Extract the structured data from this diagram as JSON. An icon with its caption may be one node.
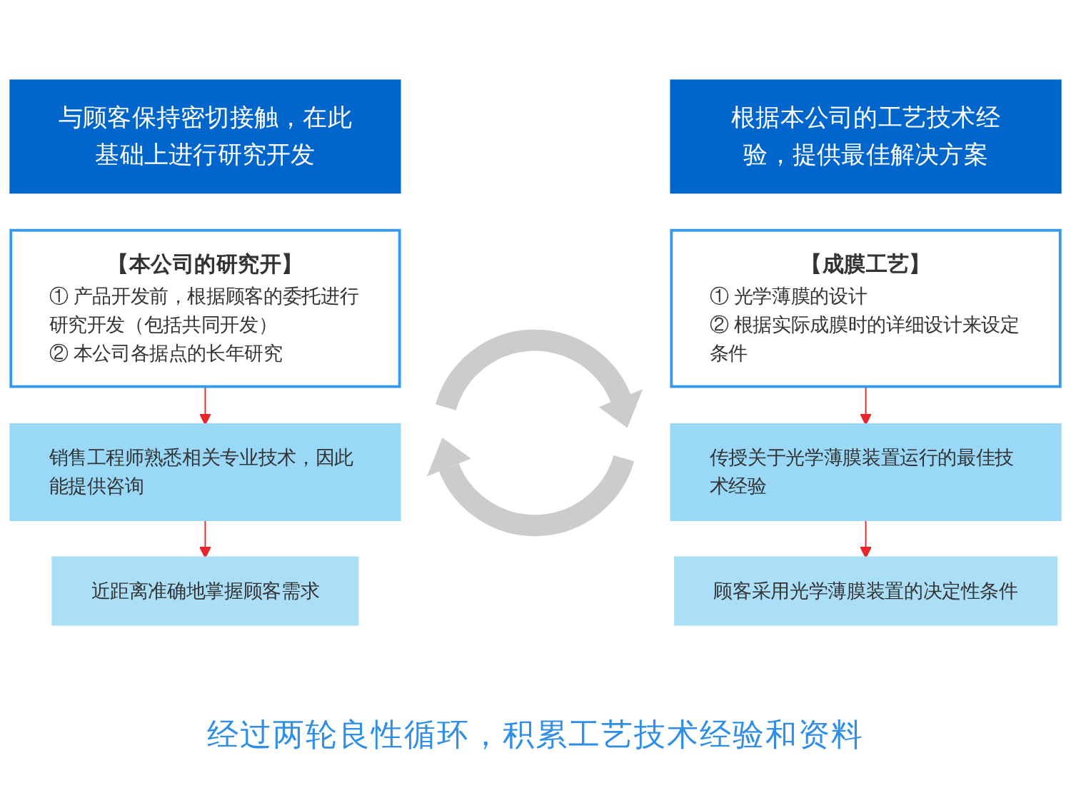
{
  "diagram": {
    "caption": "经过两轮良性循环，积累工艺技术经验和资料",
    "nodes": [
      {
        "text": [
          "与顾客保持密切接触，在此基础上进行研究开发"
        ]
      },
      {
        "text": [
          "【本公司的研究开】",
          "① 产品开发前，根据顾客的委托进行研究开发（包括共同开发）",
          "② 本公司各据点的长年研究"
        ]
      },
      {
        "text": [
          "销售工程师熟悉相关专业技术，因此能提供咨询"
        ]
      },
      {
        "text": [
          "近距离准确地掌握顾客需求"
        ]
      },
      {
        "text": [
          "根据本公司的工艺技术经验，提供最佳解决方案"
        ]
      },
      {
        "text": [
          "【成膜工艺】",
          "① 光学薄膜的设计",
          "② 根据实际成膜时的详细设计来设定条件"
        ]
      },
      {
        "text": [
          "传授关于光学薄膜装置运行的最佳技术经验"
        ]
      },
      {
        "text": [
          "顾客采用光学薄膜装置的决定性条件"
        ]
      }
    ],
    "edges": [
      {
        "from": 1,
        "to": 2,
        "arrow": "to"
      },
      {
        "from": 2,
        "to": 3,
        "arrow": "to"
      },
      {
        "from": 5,
        "to": 6,
        "arrow": "to"
      },
      {
        "from": 6,
        "to": 7,
        "arrow": "to"
      }
    ]
  }
}
